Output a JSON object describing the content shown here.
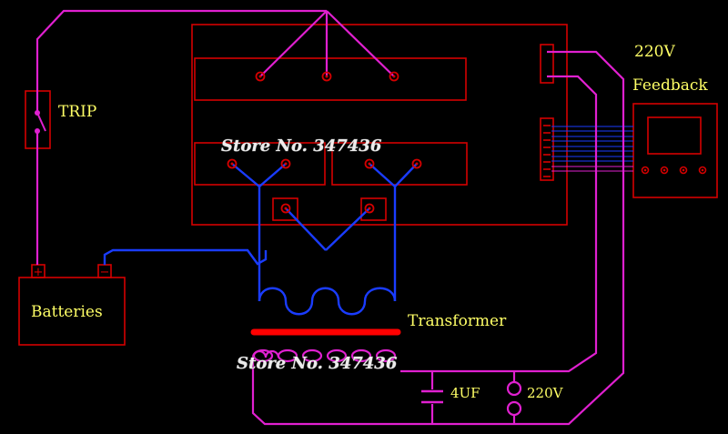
{
  "labels": {
    "trip": "TRIP",
    "batteries": "Batteries",
    "transformer": "Transformer",
    "voltage_top": "220V",
    "feedback": "Feedback",
    "capacitor": "4UF",
    "voltage_bottom": "220V",
    "battery_plus": "+",
    "battery_minus": "−"
  },
  "watermarks": [
    "Store No. 347436",
    "Store No. 347436"
  ],
  "colors": {
    "background": "#000000",
    "wire_magenta": "#e020d0",
    "wire_blue": "#1a3cff",
    "outline_red": "#d40000",
    "transformer_core": "#ff0000",
    "label_yellow": "#ffff66"
  }
}
